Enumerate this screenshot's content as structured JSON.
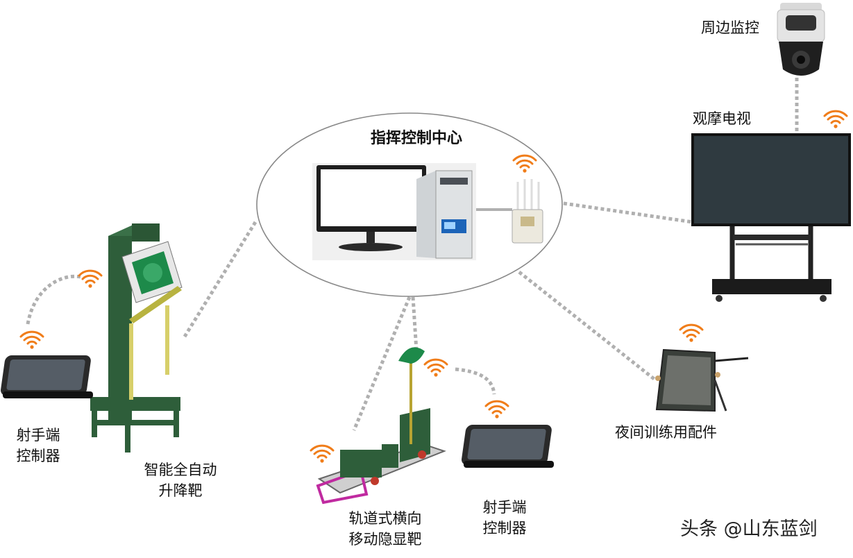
{
  "command_center": {
    "title": "指挥控制中心"
  },
  "nodes": {
    "camera": {
      "label": "周边监控"
    },
    "tv": {
      "label": "观摩电视"
    },
    "lift_target": {
      "label_line1": "智能全自动",
      "label_line2": "升降靶"
    },
    "shooter_left": {
      "label_line1": "射手端",
      "label_line2": "控制器"
    },
    "rail_target": {
      "label_line1": "轨道式横向",
      "label_line2": "移动隐显靶"
    },
    "shooter_right": {
      "label_line1": "射手端",
      "label_line2": "控制器"
    },
    "night": {
      "label": "夜间训练用配件"
    }
  },
  "watermark": "头条 @山东蓝剑",
  "colors": {
    "wifi": "#f07d1a",
    "link": "#b0b0b0",
    "target_body": "#2e5e3a",
    "target_face": "#1d8a4a"
  }
}
